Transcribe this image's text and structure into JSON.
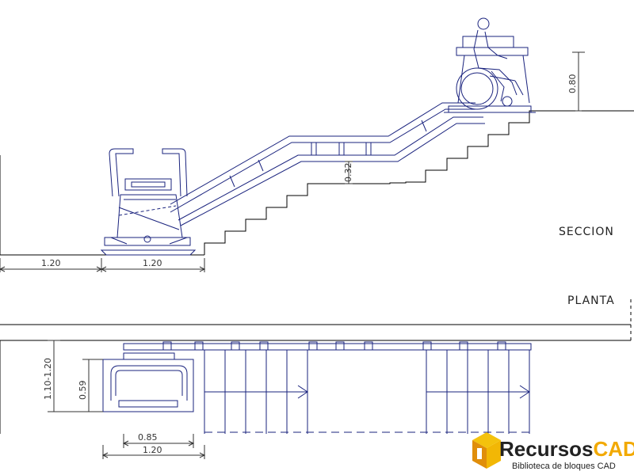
{
  "labels": {
    "section": "SECCION",
    "plan": "PLANTA"
  },
  "dimensions": {
    "section_left": "1.20",
    "section_platform": "1.20",
    "rail_height": "0.32",
    "chair_height": "0.80",
    "plan_width": "1.10-1.20",
    "plan_seat": "0.59",
    "plan_inner": "0.85",
    "plan_outer": "1.20"
  },
  "logo": {
    "brand_prefix": "Recursos",
    "brand_suffix": "CAD",
    "subtitle": "Biblioteca de bloques CAD"
  },
  "colors": {
    "line": "#1a237e",
    "ground": "#000000",
    "logo_yellow": "#f4c20d",
    "logo_orange": "#e08e0b"
  }
}
